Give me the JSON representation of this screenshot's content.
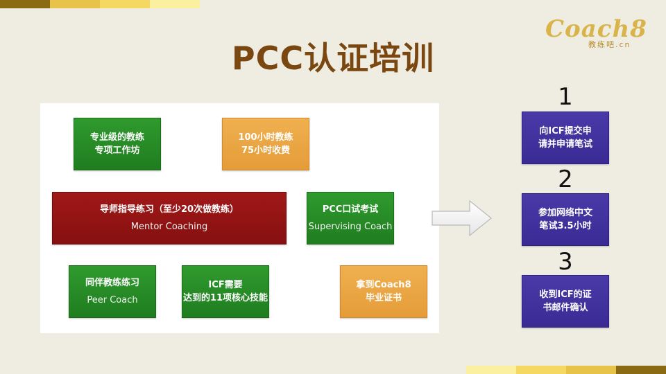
{
  "title": "PCC认证培训",
  "logo": {
    "main": "Coach8",
    "sub": "教练吧.cn"
  },
  "colors": {
    "green": "#2a8f2a",
    "orange": "#eba545",
    "red": "#961414",
    "purple": "#4133a0",
    "title": "#7a4710"
  },
  "stripes": {
    "top": [
      "#8a6a12",
      "#e8c34a",
      "#f5d862",
      "#faf0a0"
    ],
    "bottom": [
      "#faf0a0",
      "#f5d862",
      "#e8c34a",
      "#8a6a12"
    ]
  },
  "boxes": {
    "specialist_workshop": {
      "line1": "专业级的教练",
      "line2": "专项工作坊"
    },
    "hours_100": {
      "line1": "100小时教练",
      "line2": "75小时收费"
    },
    "mentor": {
      "line1": "导师指导练习（至少20次做教练）",
      "line2": "Mentor Coaching"
    },
    "pcc_exam": {
      "line1": "PCC口试考试",
      "line2": "Supervising Coach"
    },
    "peer": {
      "line1": "同伴教练练习",
      "line2": "Peer Coach"
    },
    "icf_skills": {
      "line1": "ICF需要",
      "line2": "达到的11项核心技能"
    },
    "certificate": {
      "line1": "拿到Coach8",
      "line2": "毕业证书"
    }
  },
  "steps": [
    {
      "number": "1",
      "line1": "向ICF提交申",
      "line2": "请并申请笔试"
    },
    {
      "number": "2",
      "line1": "参加网络中文",
      "line2": "笔试3.5小时"
    },
    {
      "number": "3",
      "line1": "收到ICF的证",
      "line2": "书邮件确认"
    }
  ]
}
